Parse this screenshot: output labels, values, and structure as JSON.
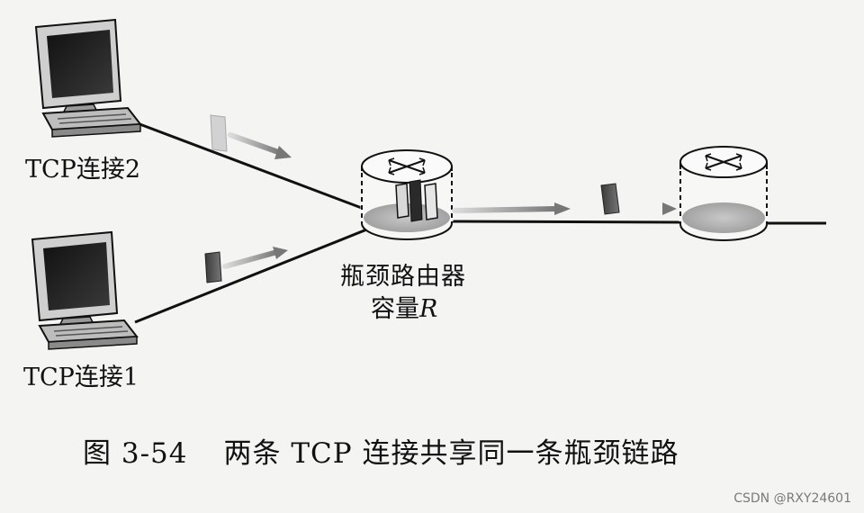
{
  "figure": {
    "connection_2_label": "TCP连接2",
    "connection_1_label": "TCP连接1",
    "router_label_line1": "瓶颈路由器",
    "router_label_line2_prefix": "容量",
    "router_label_line2_var": "R",
    "caption_number": "图 3-54",
    "caption_text": "两条 TCP 连接共享同一条瓶颈链路"
  },
  "watermark": "CSDN @RXY24601",
  "icons": [
    "computer-icon",
    "router-icon",
    "packet-icon",
    "arrow-icon"
  ]
}
